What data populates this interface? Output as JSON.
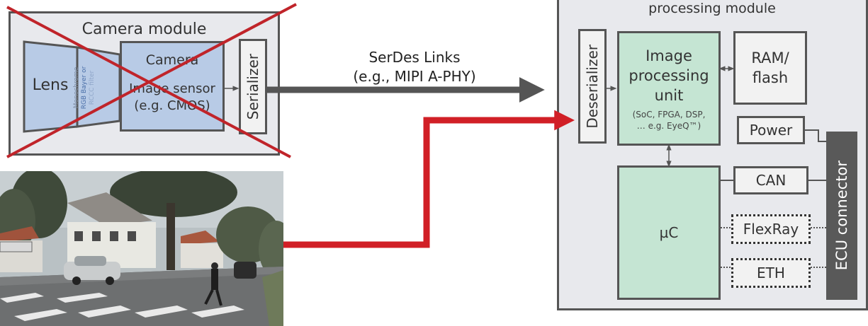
{
  "camera_module": {
    "title": "Camera module",
    "lens_label": "Lens",
    "filter_label_lines": [
      "Monochrome",
      "RGB Bayer or",
      "RCCC filter"
    ],
    "camera_label": "Camera",
    "sensor_label_line1": "Image sensor",
    "sensor_label_line2": "(e.g. CMOS)",
    "serializer_label": "Serializer",
    "crossed_out": true
  },
  "link": {
    "label_line1": "SerDes Links",
    "label_line2": "(e.g., MIPI A-PHY)"
  },
  "photo": {
    "description_icon": "street-scene-photo"
  },
  "ecu": {
    "title": "processing module",
    "deserializer_label": "Deserializer",
    "ipu_line1": "Image",
    "ipu_line2": "processing",
    "ipu_line3": "unit",
    "ipu_sub_line1": "(SoC, FPGA, DSP,",
    "ipu_sub_line2": "… e.g. EyeQ™)",
    "ram_line1": "RAM/",
    "ram_line2": "flash",
    "power_label": "Power",
    "uc_label": "µC",
    "can_label": "CAN",
    "flexray_label": "FlexRay",
    "eth_label": "ETH",
    "connector_label": "ECU connector"
  },
  "colors": {
    "module_bg": "#e8e9ed",
    "camera_blue": "#b8cbe6",
    "processing_green": "#c5e5d3",
    "cross_red": "#c0242a",
    "new_link_red": "#d11f26",
    "link_gray": "#555555",
    "connector_gray": "#595959"
  }
}
